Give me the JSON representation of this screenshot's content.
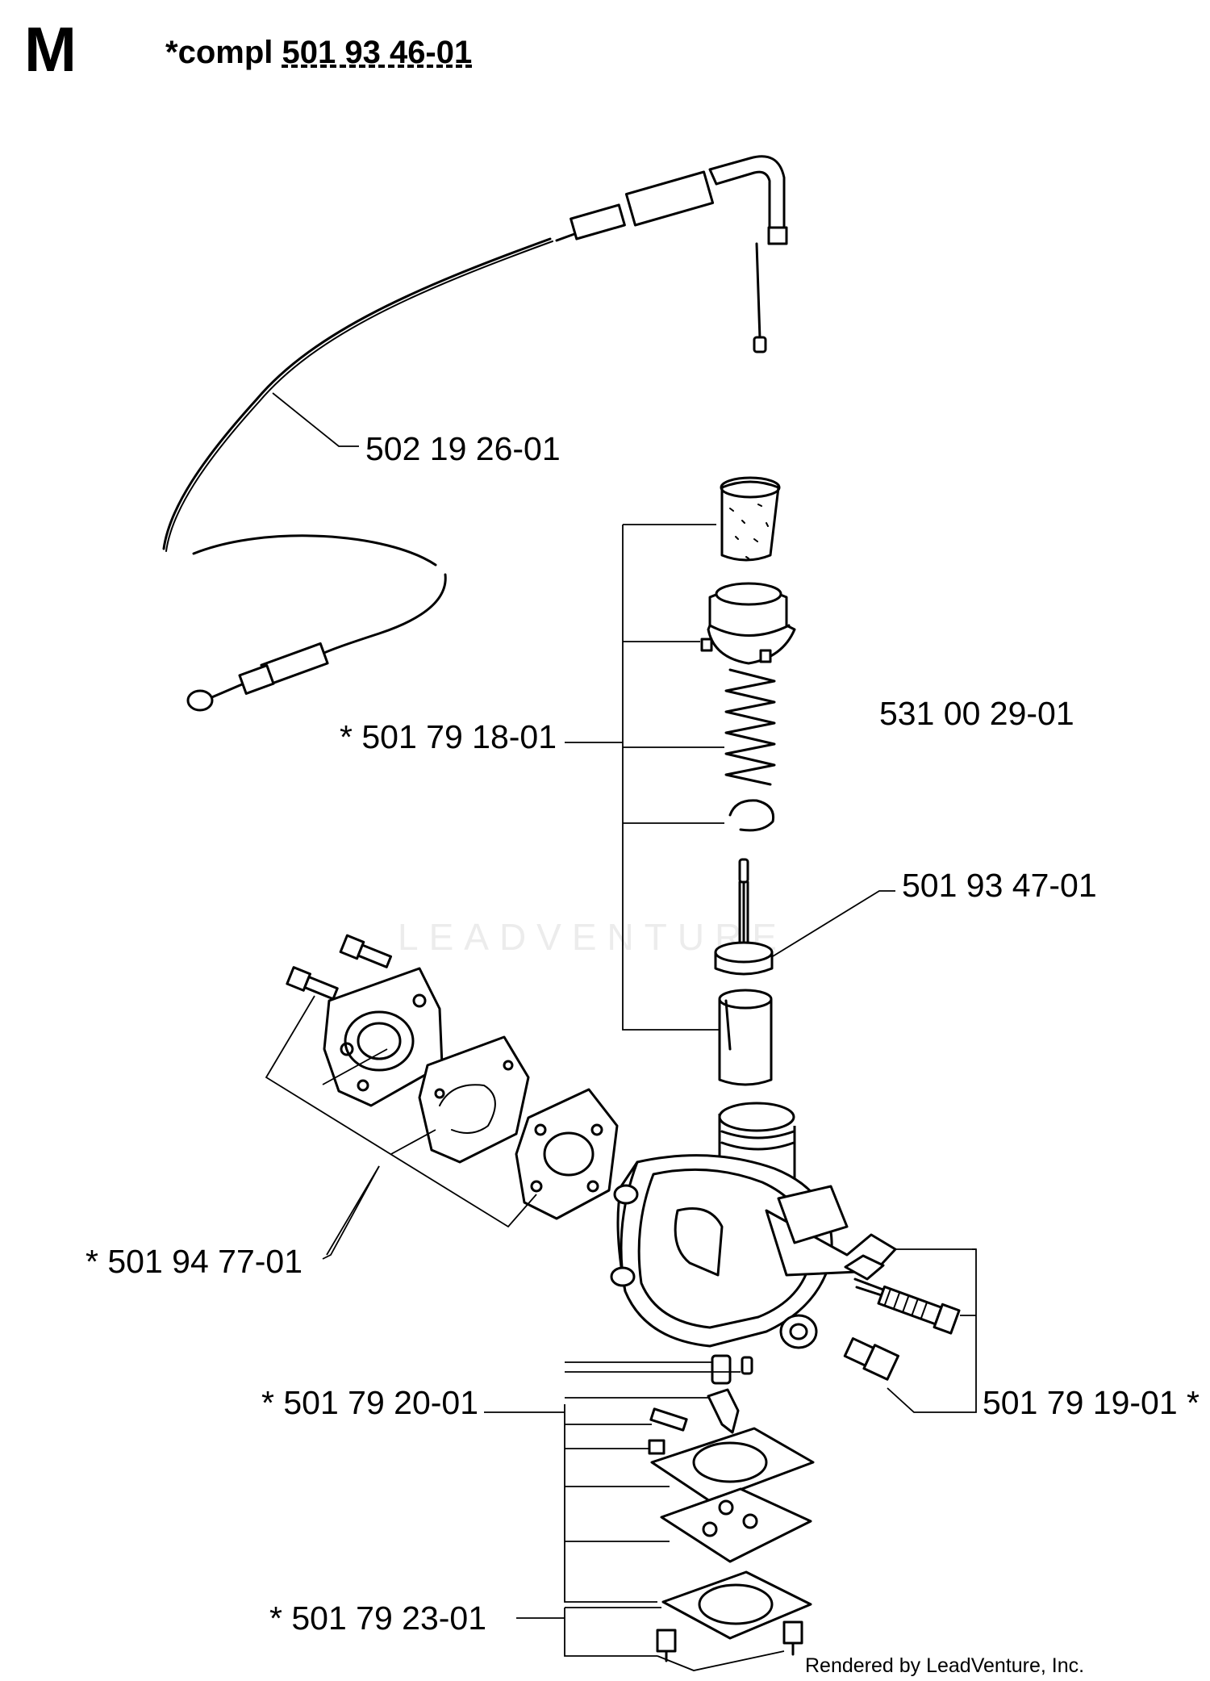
{
  "page": {
    "section_letter": "M",
    "header_prefix": "*compl",
    "header_part": "501 93 46-01",
    "watermark": "LEADVENTURE",
    "footer": "Rendered by LeadVenture, Inc."
  },
  "callouts": [
    {
      "id": "throttle-cable",
      "text": "502 19 26-01"
    },
    {
      "id": "idle-kit",
      "text": "* 501 79 18-01"
    },
    {
      "id": "carburetor",
      "text": "531 00 29-01"
    },
    {
      "id": "seal",
      "text": "501 93 47-01"
    },
    {
      "id": "gasket-kit",
      "text": "* 501 94 77-01"
    },
    {
      "id": "needle-kit",
      "text": "* 501 79 20-01"
    },
    {
      "id": "screw-kit",
      "text": "501 79 19-01 *"
    },
    {
      "id": "diaphragm-kit",
      "text": "* 501 79 23-01"
    }
  ]
}
